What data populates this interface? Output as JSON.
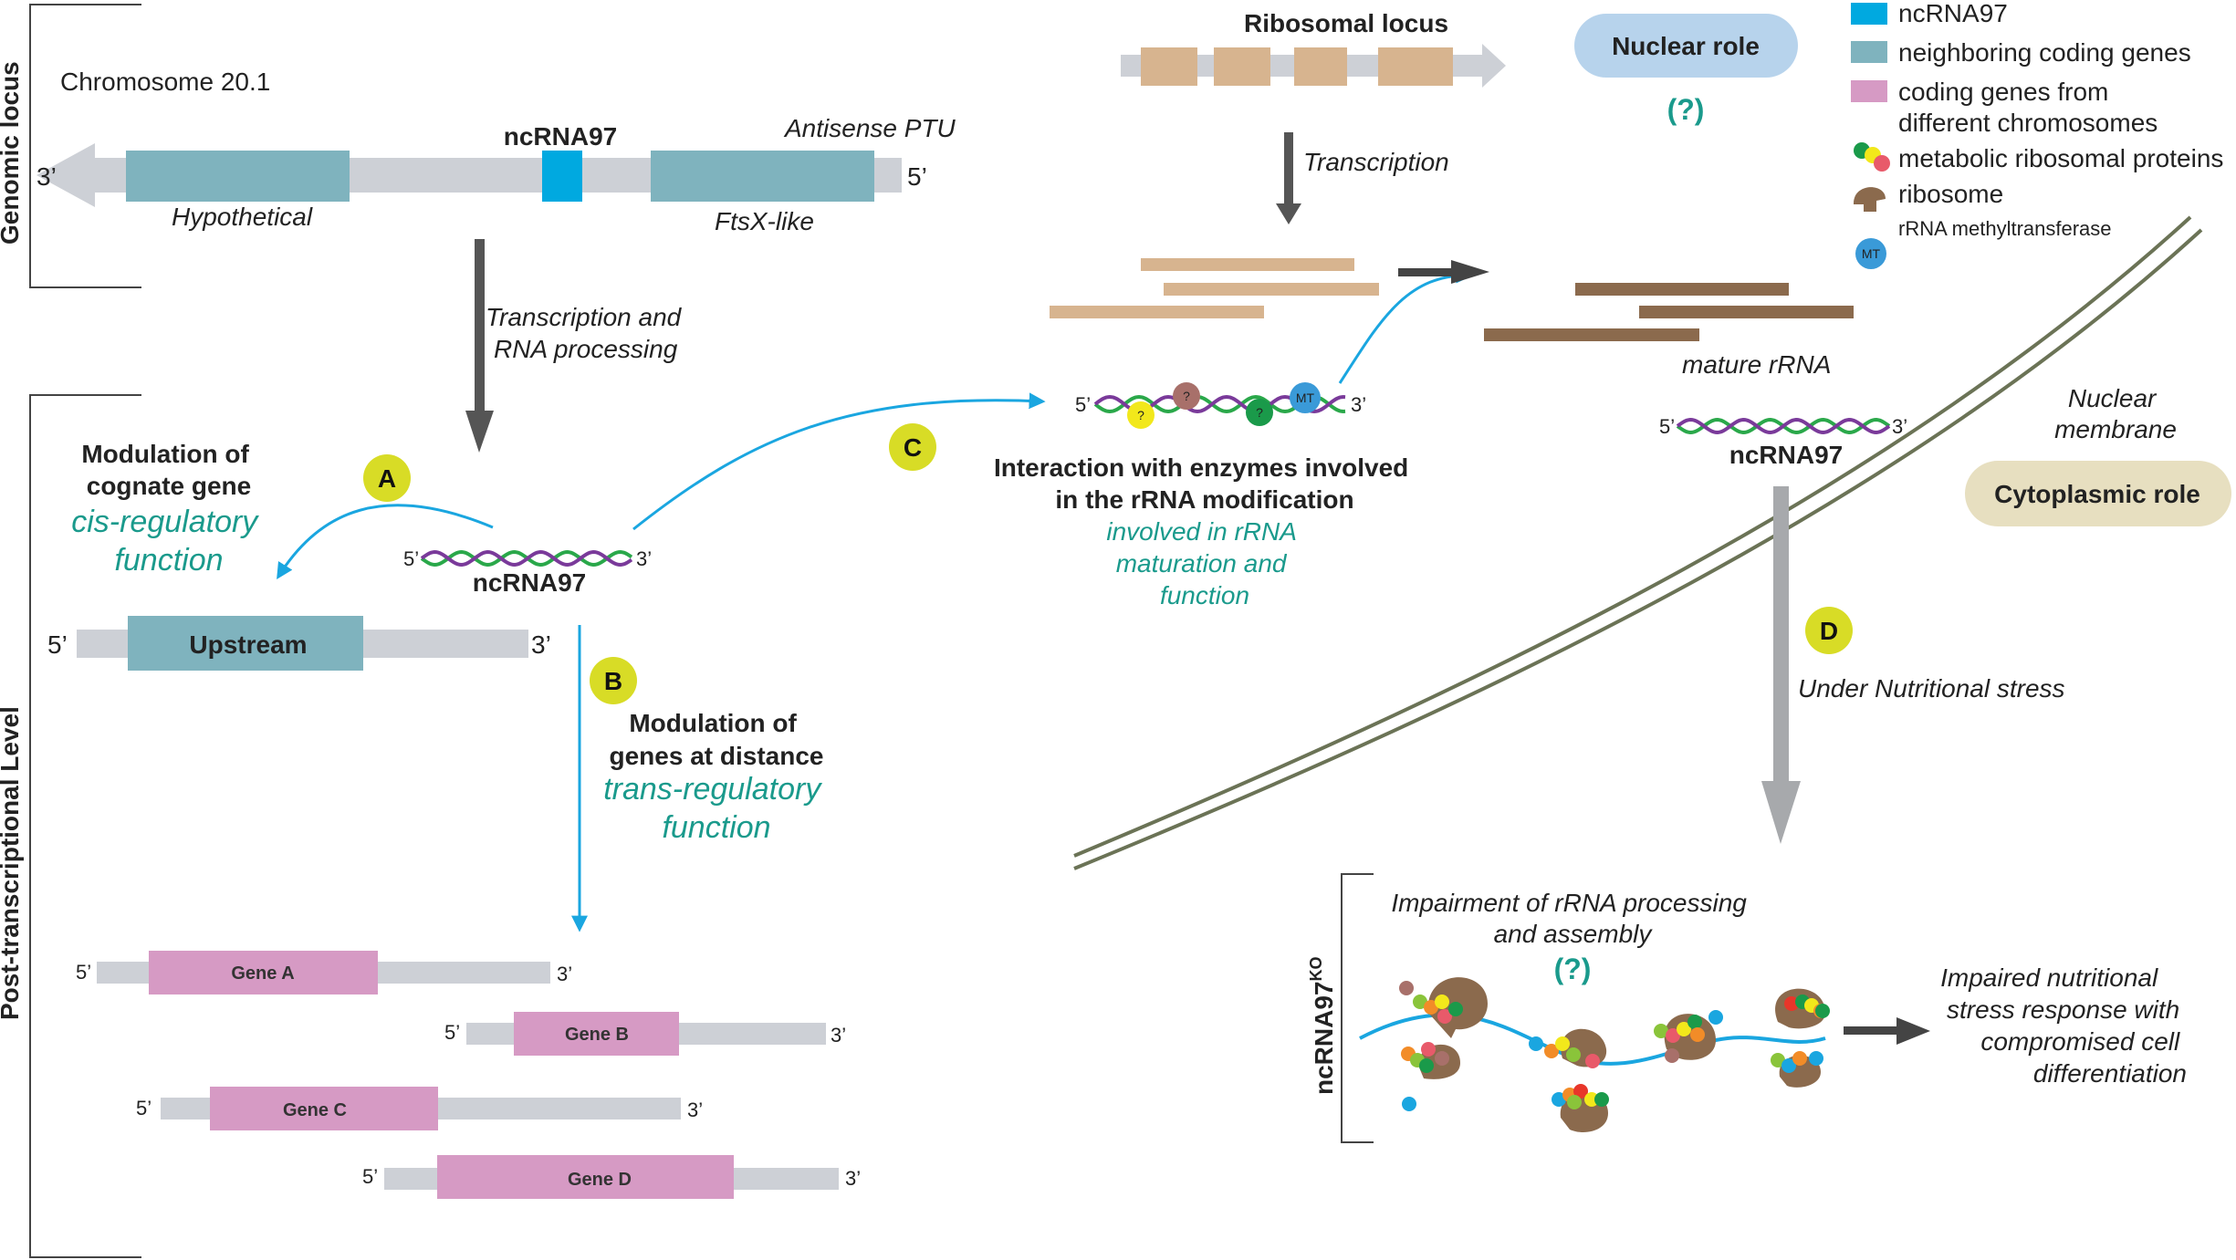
{
  "side_labels": {
    "genomic": "Genomic locus",
    "post": "Post-transcriptional Level"
  },
  "locus": {
    "chromosome": "Chromosome 20.1",
    "ncrna": "ncRNA97",
    "antisense": "Antisense PTU",
    "hypothetical": "Hypothetical",
    "ftsx": "FtsX-like",
    "end3": "3’",
    "end5": "5’"
  },
  "transcription_processing": [
    "Transcription and",
    "RNA processing"
  ],
  "module_a": {
    "letter": "A",
    "title": [
      "Modulation of",
      "cognate gene"
    ],
    "func": [
      "cis-regulatory",
      "function"
    ],
    "upstream": "Upstream",
    "end5": "5’",
    "end3": "3’"
  },
  "module_b": {
    "letter": "B",
    "title": [
      "Modulation of",
      "genes at distance"
    ],
    "func": [
      "trans-regulatory",
      "function"
    ],
    "genes": [
      {
        "label": "Gene A",
        "end5": "5’",
        "end3": "3’"
      },
      {
        "label": "Gene B",
        "end5": "5’",
        "end3": "3’"
      },
      {
        "label": "Gene C",
        "end5": "5’",
        "end3": "3’"
      },
      {
        "label": "Gene D",
        "end5": "5’",
        "end3": "3’"
      }
    ]
  },
  "center_rna": {
    "label": "ncRNA97",
    "end5": "5’",
    "end3": "3’"
  },
  "module_c": {
    "letter": "C",
    "title": [
      "Interaction with enzymes involved",
      "in the rRNA modification"
    ],
    "func": [
      "involved in  rRNA",
      "maturation and",
      "function"
    ],
    "rna_end5": "5’",
    "rna_end3": "3’",
    "q": "?",
    "mt": "MT"
  },
  "ribosomal": {
    "title": "Ribosomal locus",
    "transcription": "Transcription",
    "mature": "mature rRNA"
  },
  "nuclear_role": {
    "label": "Nuclear role",
    "q": "(?)"
  },
  "legend": {
    "items": [
      "ncRNA97",
      "neighboring coding genes",
      "coding genes from",
      "different chromosomes",
      "metabolic ribosomal proteins",
      "ribosome",
      "rRNA methyltransferase"
    ],
    "mt": "MT"
  },
  "membrane": [
    "Nuclear",
    "membrane"
  ],
  "cytoplasm": {
    "ncrna": "ncRNA97",
    "end5": "5’",
    "end3": "3’",
    "role": "Cytoplasmic role"
  },
  "module_d": {
    "letter": "D",
    "condition": "Under Nutritional stress",
    "ko": "ncRNA97",
    "ko_sup": "KO",
    "impair": [
      "Impairment of rRNA processing",
      "and assembly"
    ],
    "q": "(?)",
    "outcome": [
      "Impaired nutritional",
      "stress response with",
      "compromised cell",
      "differentiation"
    ]
  },
  "colors": {
    "ncrna": "#00a9e0",
    "neighbor": "#7fb3be",
    "distant": "#d69ac4",
    "ribo_gene": "#d7b48f",
    "ribosome": "#8b6a4d",
    "accent_circle": "#d8dc26",
    "blue_arrow": "#1aa6e0",
    "teal_text": "#1a9a8c"
  }
}
